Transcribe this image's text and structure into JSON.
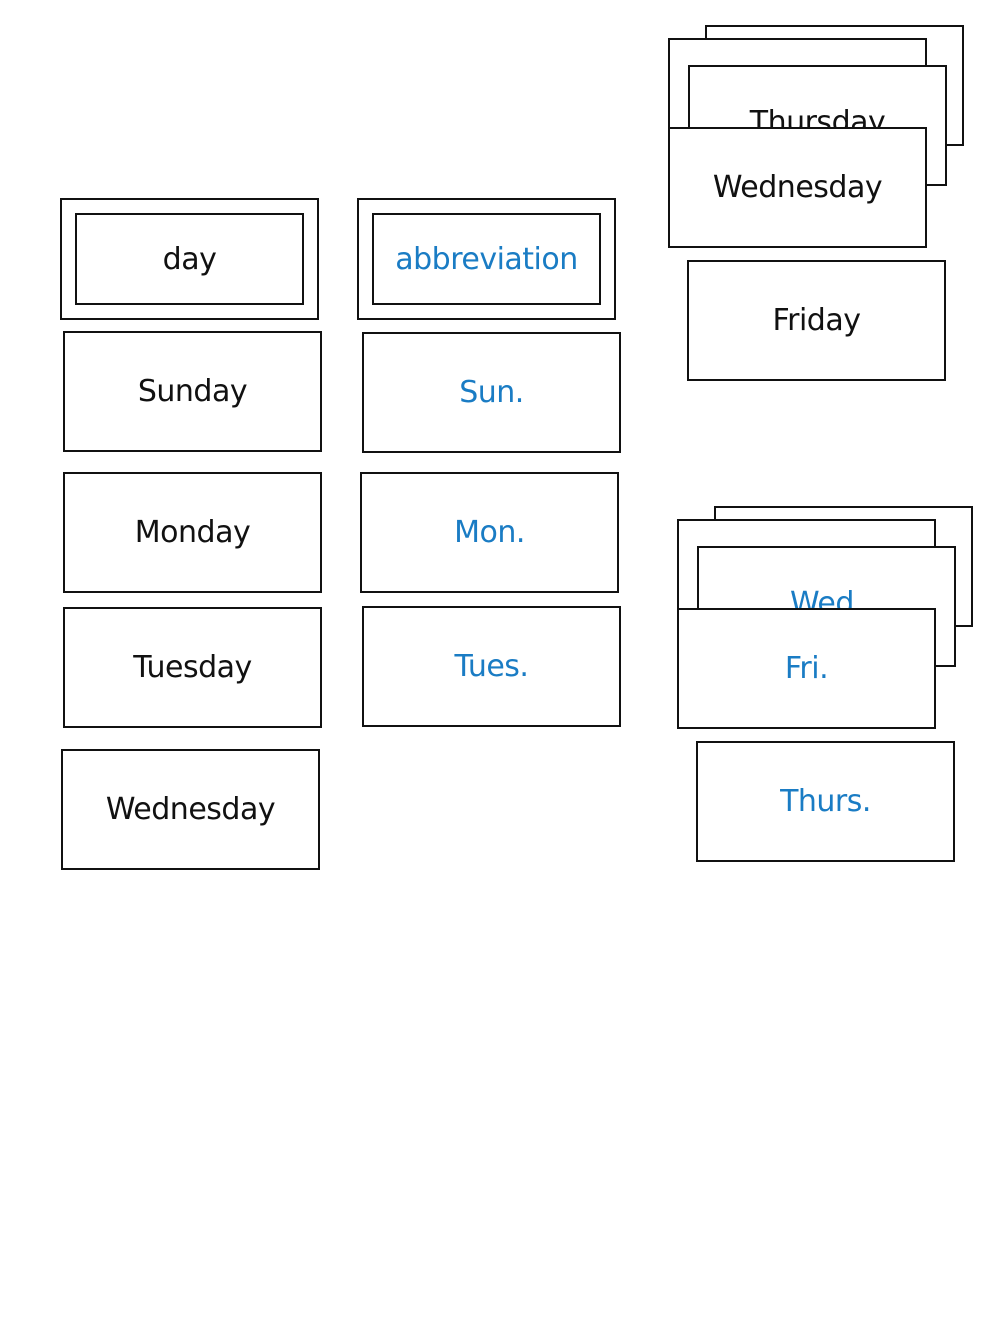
{
  "colors": {
    "day_text": "#111111",
    "abbr_text": "#1a7cc4",
    "border": "#111111"
  },
  "headers": {
    "day": "day",
    "abbreviation": "abbreviation"
  },
  "days": [
    "Sunday",
    "Monday",
    "Tuesday",
    "Wednesday"
  ],
  "abbreviations": [
    "Sun.",
    "Mon.",
    "Tues."
  ],
  "stack_days": {
    "peek": "Thursday",
    "top": "Wednesday",
    "below": "Friday"
  },
  "stack_abbreviations": {
    "peek": "Wed.",
    "top": "Fri.",
    "below": "Thurs."
  }
}
